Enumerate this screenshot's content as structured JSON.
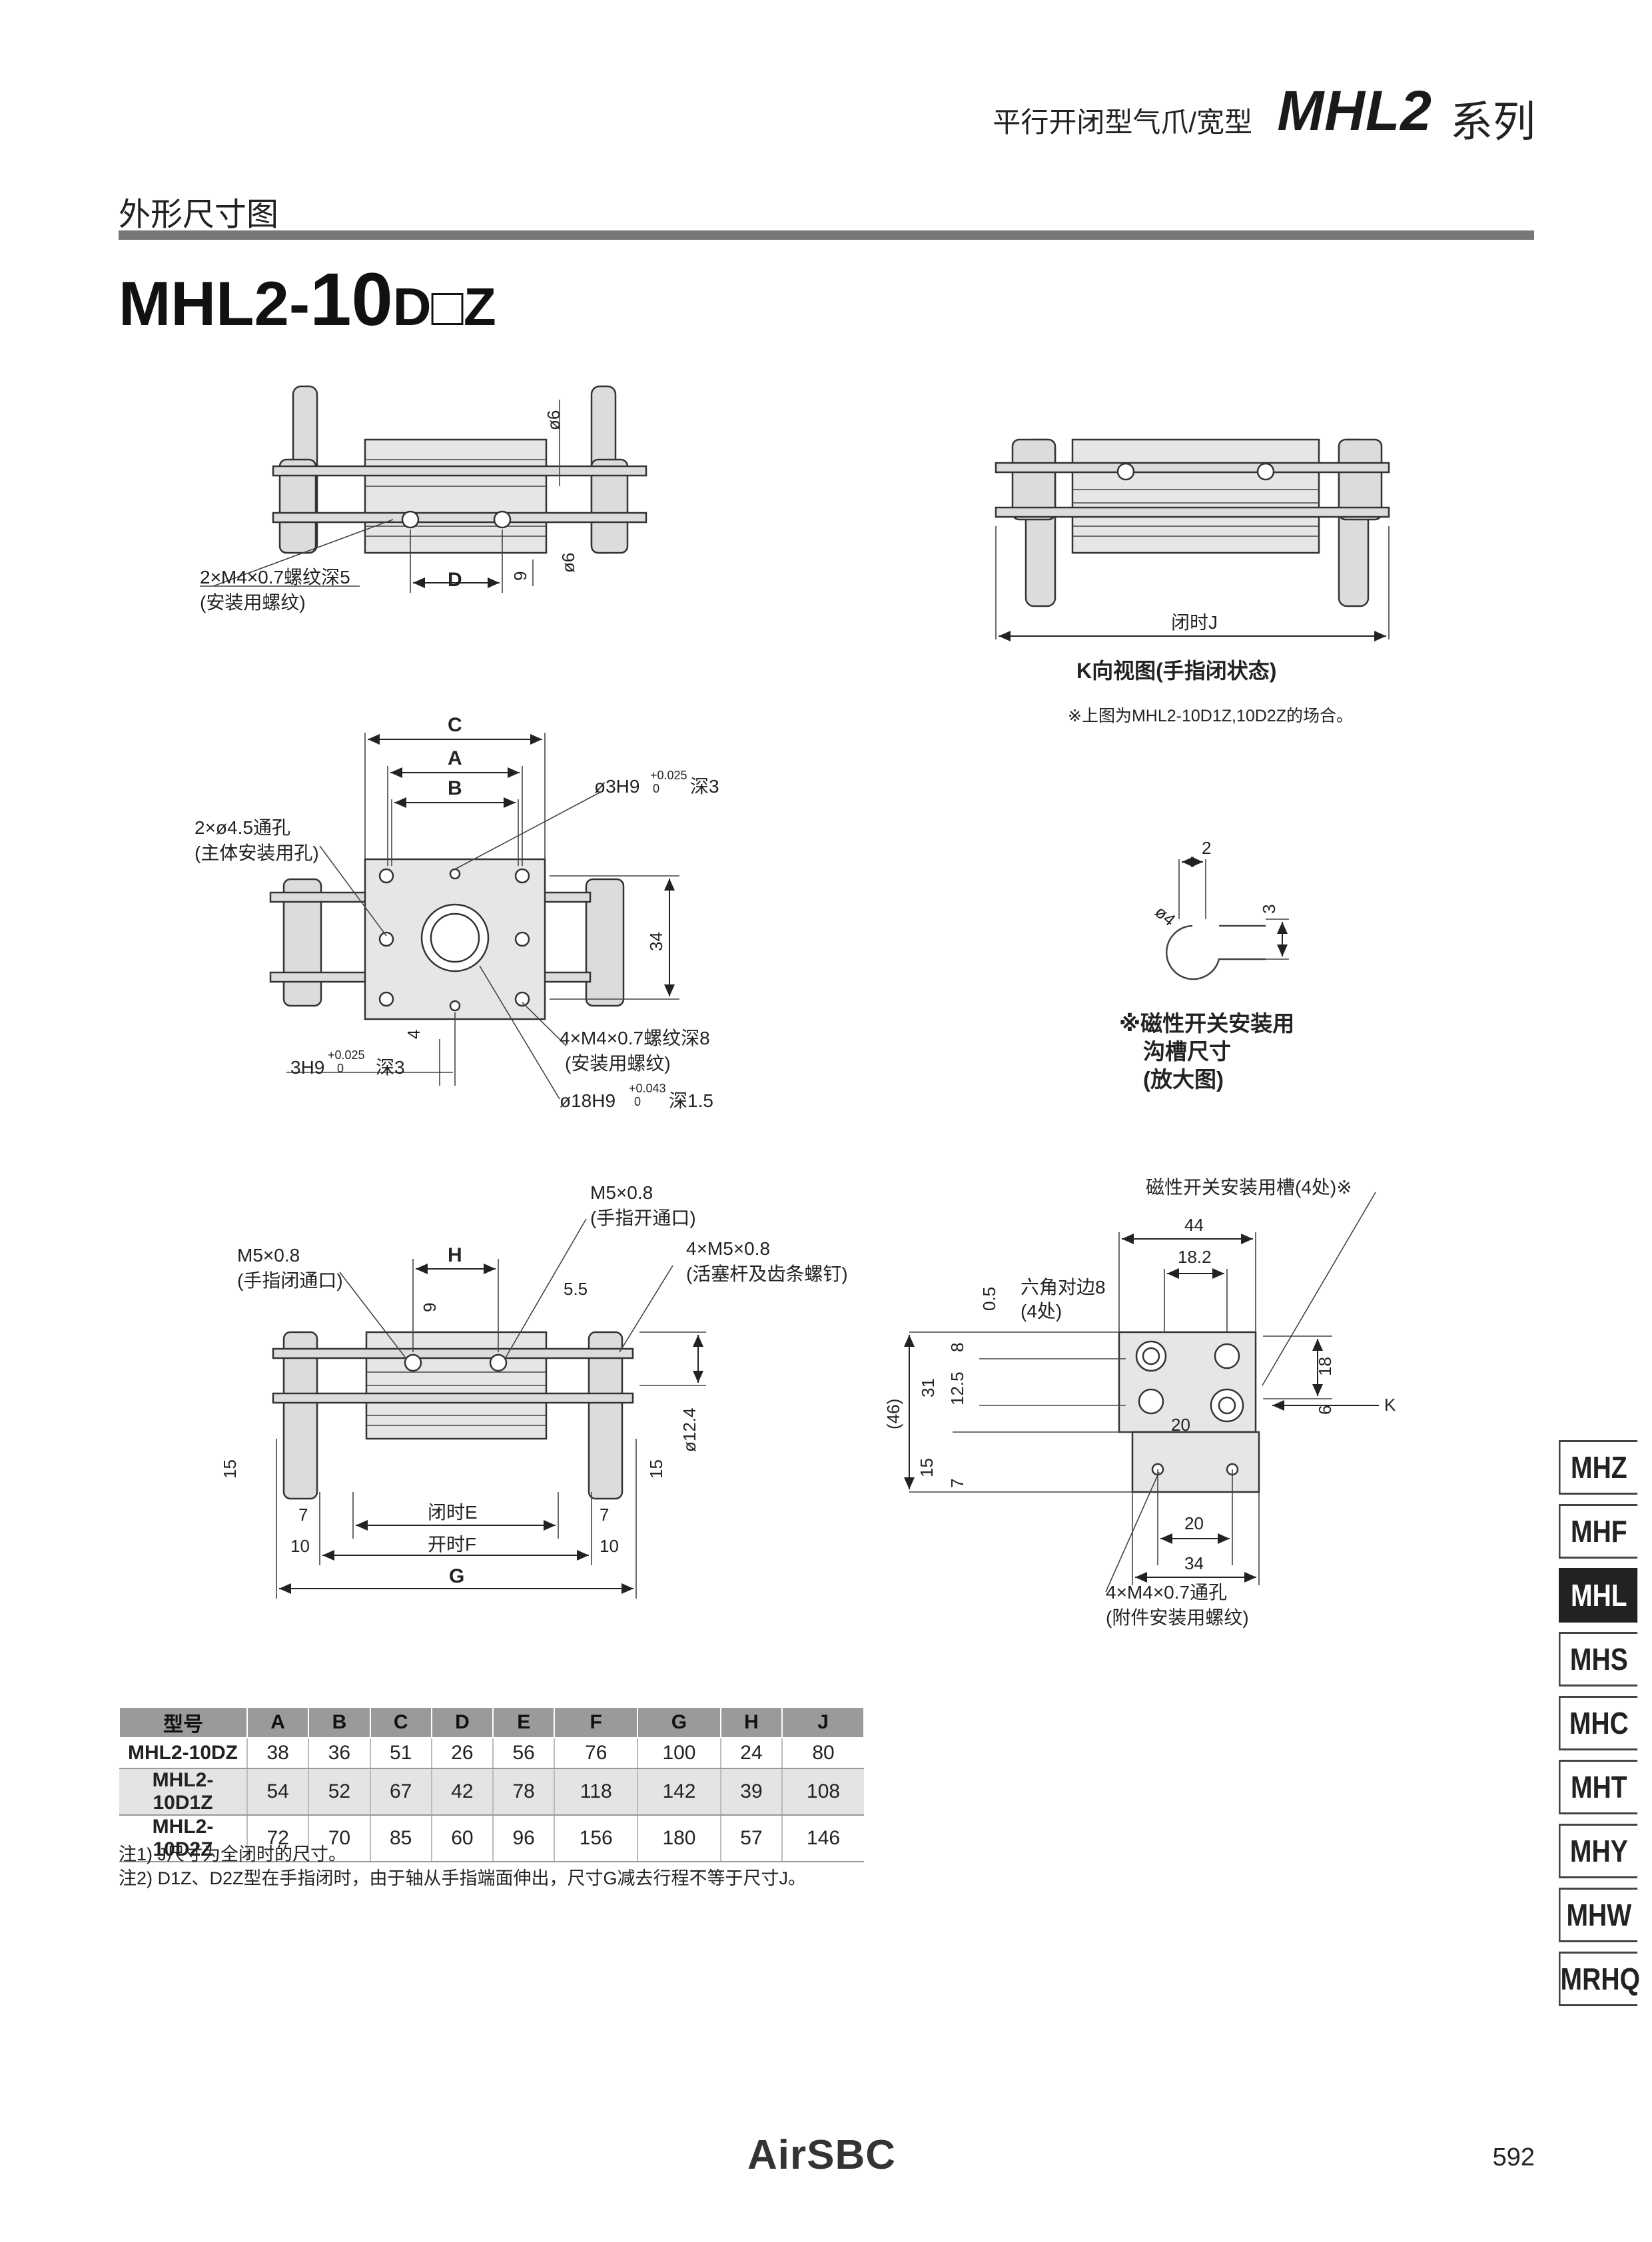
{
  "header": {
    "series_subtitle": "平行开闭型气爪/宽型",
    "series_name": "MHL2",
    "series_suffix": "系列"
  },
  "section": {
    "title": "外形尺寸图"
  },
  "model": {
    "prefix": "MHL2-",
    "size": "10",
    "suffix": "D□Z"
  },
  "views": {
    "top": {
      "d6_top": "ø6",
      "d6_bottom": "ø6",
      "dim_9": "9",
      "dim_D": "D",
      "thread_note": "2×M4×0.7螺纹深5",
      "thread_sub": "(安装用螺纹)"
    },
    "kview": {
      "closed_j": "闭时J",
      "caption": "K向视图(手指闭状态)",
      "footnote": "※上图为MHL2-10D1Z,10D2Z的场合。"
    },
    "front": {
      "C": "C",
      "A": "A",
      "B": "B",
      "hole_note": "2×ø4.5通孔",
      "hole_sub": "(主体安装用孔)",
      "pin_hole": "ø3H9",
      "pin_tol_up": "+0.025",
      "pin_tol_low": "0",
      "pin_depth": "深3",
      "dim_34": "34",
      "dim_4": "4",
      "slot": "3H9",
      "slot_tol_up": "+0.025",
      "slot_tol_low": "0",
      "slot_depth": "深3",
      "thread_note": "4×M4×0.7螺纹深8",
      "thread_sub": "(安装用螺纹)",
      "bore": "ø18H9",
      "bore_tol_up": "+0.043",
      "bore_tol_low": "0",
      "bore_depth": "深1.5"
    },
    "groove": {
      "dim_2": "2",
      "dim_3": "3",
      "dim_d4": "ø4",
      "title_1": "※磁性开关安装用",
      "title_2": "沟槽尺寸",
      "title_3": "(放大图)"
    },
    "side": {
      "port_close": "M5×0.8",
      "port_close_sub": "(手指闭通口)",
      "port_open": "M5×0.8",
      "port_open_sub": "(手指开通口)",
      "screws": "4×M5×0.8",
      "screws_sub": "(活塞杆及齿条螺钉)",
      "H": "H",
      "dim_9": "9",
      "dim_5_5": "5.5",
      "dim_d12_4": "ø12.4",
      "dim_15_l": "15",
      "dim_15_r": "15",
      "dim_7_l": "7",
      "dim_7_r": "7",
      "dim_10_l": "10",
      "dim_10_r": "10",
      "closed_E": "闭时E",
      "open_F": "开时F",
      "G": "G"
    },
    "end": {
      "groove_note": "磁性开关安装用槽(4处)※",
      "dim_44": "44",
      "dim_18_2": "18.2",
      "hex": "六角对边8",
      "hex_sub": "(4处)",
      "dim_0_5": "0.5",
      "dim_8": "8",
      "dim_12_5": "12.5",
      "dim_31": "31",
      "dim_46": "(46)",
      "dim_15": "15",
      "dim_7": "7",
      "dim_18": "18",
      "dim_6": "6",
      "K": "K",
      "dim_20_top": "20",
      "dim_20_bot": "20",
      "dim_34": "34",
      "thread_note": "4×M4×0.7通孔",
      "thread_sub": "(附件安装用螺纹)"
    }
  },
  "table": {
    "headers": [
      "型号",
      "A",
      "B",
      "C",
      "D",
      "E",
      "F",
      "G",
      "H",
      "J"
    ],
    "rows": [
      [
        "MHL2-10DZ",
        "38",
        "36",
        "51",
        "26",
        "56",
        "76",
        "100",
        "24",
        "80"
      ],
      [
        "MHL2-10D1Z",
        "54",
        "52",
        "67",
        "42",
        "78",
        "118",
        "142",
        "39",
        "108"
      ],
      [
        "MHL2-10D2Z",
        "72",
        "70",
        "85",
        "60",
        "96",
        "156",
        "180",
        "57",
        "146"
      ]
    ]
  },
  "notes": [
    "注1) J尺寸为全闭时的尺寸。",
    "注2) D1Z、D2Z型在手指闭时，由于轴从手指端面伸出，尺寸G减去行程不等于尺寸J。"
  ],
  "side_tabs": [
    {
      "label": "MHZ",
      "active": false
    },
    {
      "label": "MHF",
      "active": false
    },
    {
      "label": "MHL",
      "active": true
    },
    {
      "label": "MHS",
      "active": false
    },
    {
      "label": "MHC",
      "active": false
    },
    {
      "label": "MHT",
      "active": false
    },
    {
      "label": "MHY",
      "active": false
    },
    {
      "label": "MHW",
      "active": false
    },
    {
      "label": "MRHQ",
      "active": false
    }
  ],
  "footer": {
    "logo": "AirSBC",
    "page": "592"
  }
}
